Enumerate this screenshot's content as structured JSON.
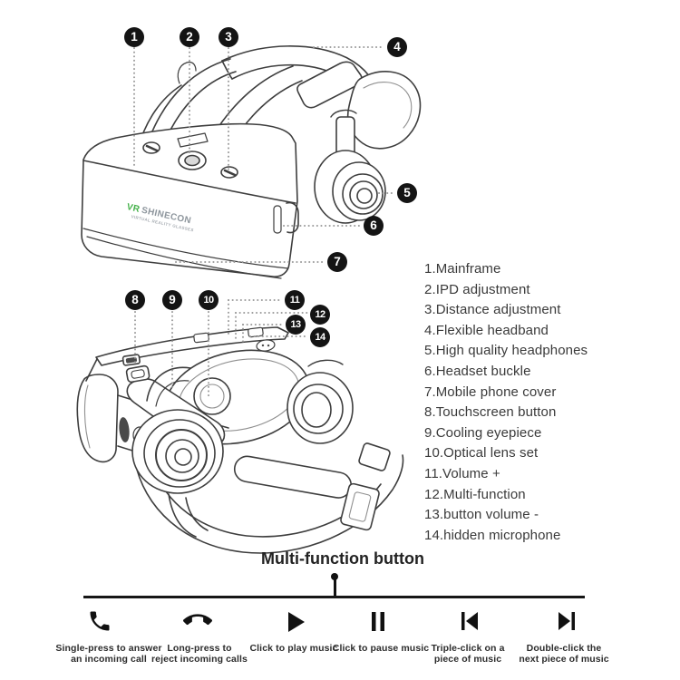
{
  "colors": {
    "accent_green": "#45b14a",
    "ink": "#161616",
    "line_art": "#3e3e3e",
    "leader_gray": "#9b9b9b"
  },
  "logo": {
    "prefix": "VR",
    "name": "SHINECON",
    "tagline": "VIRTUAL REALITY GLASSES"
  },
  "callouts": [
    "1",
    "2",
    "3",
    "4",
    "5",
    "6",
    "7",
    "8",
    "9",
    "10",
    "11",
    "12",
    "13",
    "14"
  ],
  "parts_list": [
    "1.Mainframe",
    "2.IPD adjustment",
    "3.Distance adjustment",
    "4.Flexible headband",
    "5.High quality headphones",
    "6.Headset buckle",
    "7.Mobile phone cover",
    "8.Touchscreen button",
    "9.Cooling eyepiece",
    "10.Optical lens set",
    "11.Volume +",
    "12.Multi-function",
    "13.button volume -",
    "14.hidden microphone"
  ],
  "multifunction": {
    "title": "Multi-function button",
    "controls": [
      {
        "icon": "answer-call-icon",
        "line1": "Single-press to answer",
        "line2": "an incoming call"
      },
      {
        "icon": "hangup-call-icon",
        "line1": "Long-press to",
        "line2": "reject incoming calls"
      },
      {
        "icon": "play-icon",
        "line1": "Click to play music",
        "line2": ""
      },
      {
        "icon": "pause-icon",
        "line1": "Click to pause music",
        "line2": ""
      },
      {
        "icon": "previous-track-icon",
        "line1": "Triple-click on a",
        "line2": "piece of music"
      },
      {
        "icon": "next-track-icon",
        "line1": "Double-click the",
        "line2": "next piece of music"
      }
    ]
  }
}
